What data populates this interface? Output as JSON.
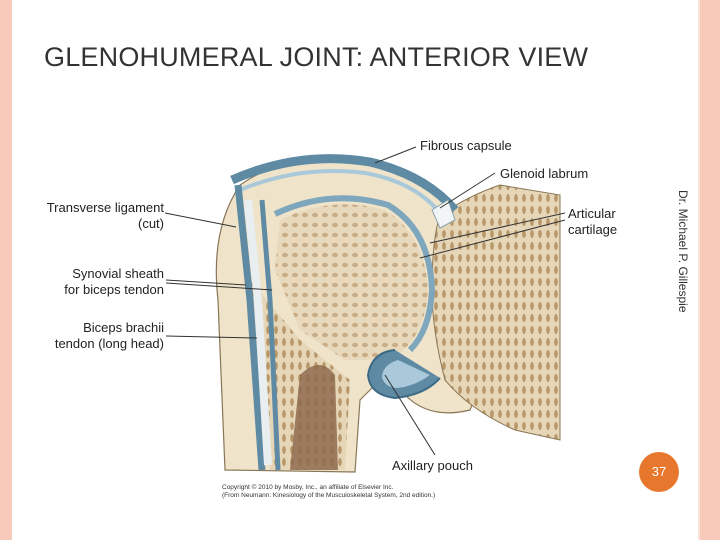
{
  "slide": {
    "title": "GLENOHUMERAL JOINT:  ANTERIOR VIEW",
    "author_credit": "Dr. Michael P. Gillespie",
    "page_number": "37"
  },
  "figure": {
    "labels": {
      "fibrous_capsule": "Fibrous capsule",
      "glenoid_labrum": "Glenoid labrum",
      "transverse_ligament_1": "Transverse ligament",
      "transverse_ligament_2": "(cut)",
      "articular_cartilage_1": "Articular",
      "articular_cartilage_2": "cartilage",
      "synovial_sheath_1": "Synovial sheath",
      "synovial_sheath_2": "for biceps tendon",
      "biceps_tendon_1": "Biceps brachii",
      "biceps_tendon_2": "tendon (long head)",
      "axillary_pouch": "Axillary pouch"
    },
    "copyright_line1": "Copyright © 2010 by Mosby, Inc., an affiliate of Elsevier Inc.",
    "copyright_line2": "(From Neumann: Kinesiology of the Musculoskeletal System, 2nd edition.)"
  }
}
